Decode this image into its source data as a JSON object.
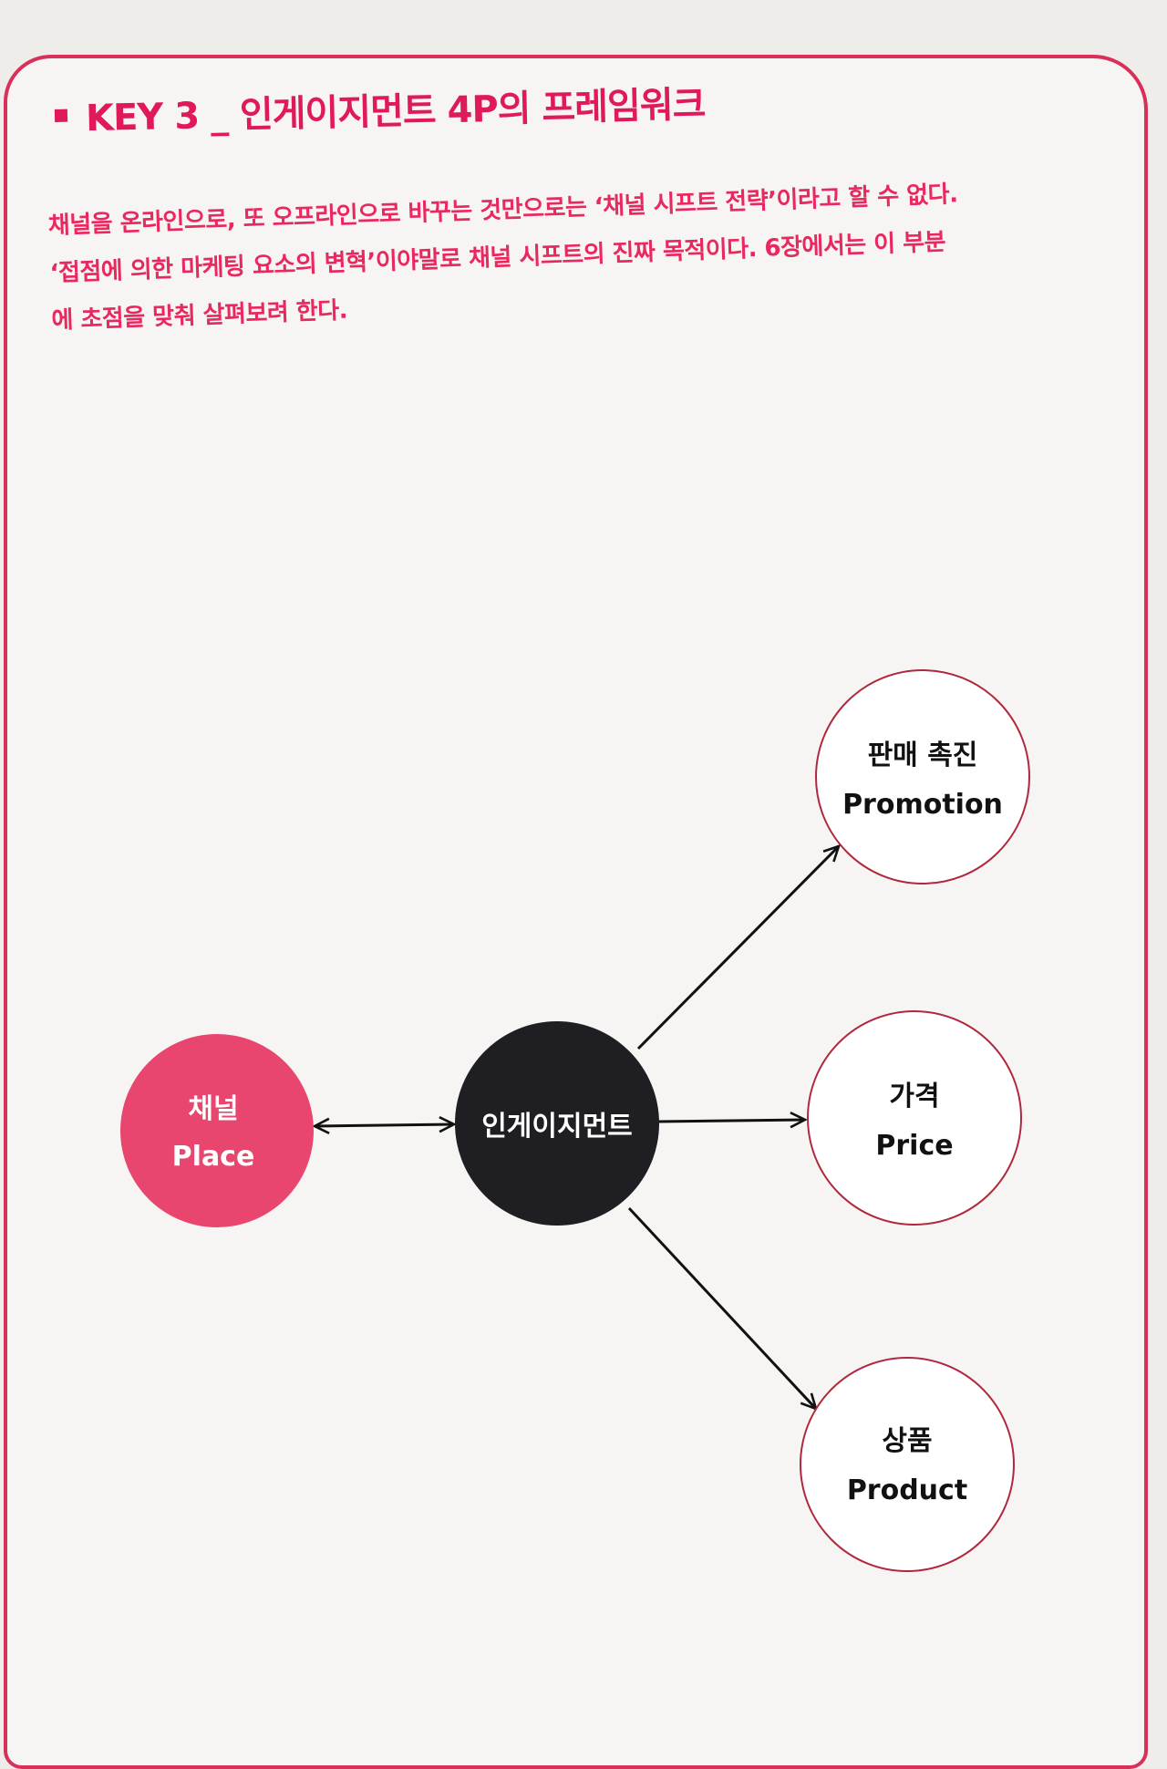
{
  "header": {
    "title": "KEY 3 _ 인게이지먼트 4P의 프레임워크"
  },
  "description": {
    "lines": [
      "채널을 온라인으로, 또 오프라인으로 바꾸는 것만으로는 ‘채널 시프트 전략’이라고 할 수 없다.",
      "‘접점에 의한 마케팅 요소의 변혁’이야말로 채널 시프트의 진짜 목적이다. 6장에서는 이 부분",
      "에 초점을 맞춰 살펴보려 한다."
    ]
  },
  "diagram": {
    "center": {
      "label": "인게이지먼트"
    },
    "channel": {
      "label_ko": "채널",
      "label_en": "Place"
    },
    "promotion": {
      "label_ko": "판매 촉진",
      "label_en": "Promotion"
    },
    "price": {
      "label_ko": "가격",
      "label_en": "Price"
    },
    "product": {
      "label_ko": "상품",
      "label_en": "Product"
    }
  },
  "colors": {
    "accent": "#e0195a",
    "channel_fill": "#e8466f",
    "center_fill": "#1f1e22",
    "outline": "#b0283e"
  }
}
